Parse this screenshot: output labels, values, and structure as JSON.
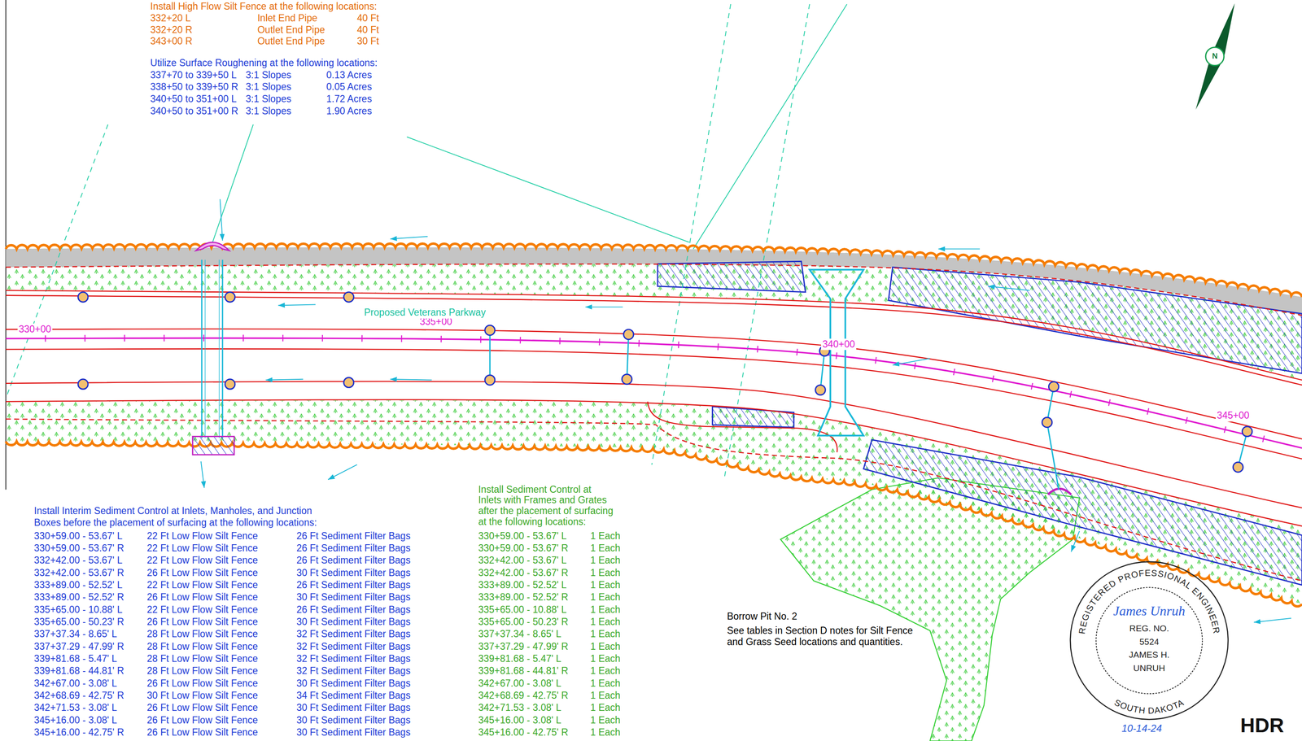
{
  "diagram": {
    "labels": [
      "Install High Flow Silt Fence at the following locations:",
      "332+20 L",
      "Inlet End Pipe",
      "40 Ft",
      "332+20 R",
      "Outlet End Pipe",
      "40 Ft",
      "343+00 R",
      "Outlet End Pipe",
      "30 Ft",
      "Utilize Surface Roughening at the following locations:",
      "337+70 to 339+50 L",
      "3:1 Slopes",
      "0.13 Acres",
      "338+50 to 339+50 R",
      "3:1 Slopes",
      "0.05 Acres",
      "340+50 to 351+00 L",
      "3:1 Slopes",
      "1.72 Acres",
      "340+50 to 351+00 R",
      "3:1 Slopes",
      "1.90 Acres",
      "330+00",
      "335+00",
      "Proposed Veterans Parkway",
      "340+00",
      "345+00",
      "Install Interim Sediment Control at Inlets, Manholes, and Junction Boxes before the placement of surfacing at the following locations:",
      "330+59.00 - 53.67' L",
      "22 Ft Low Flow Silt Fence",
      "26 Ft Sediment Filter Bags",
      "330+59.00 - 53.67' R",
      "22 Ft Low Flow Silt Fence",
      "26 Ft Sediment Filter Bags",
      "332+42.00 - 53.67' L",
      "22 Ft Low Flow Silt Fence",
      "26 Ft Sediment Filter Bags",
      "332+42.00 - 53.67' R",
      "26 Ft Low Flow Silt Fence",
      "30 Ft Sediment Filter Bags",
      "333+89.00 - 52.52' L",
      "22 Ft Low Flow Silt Fence",
      "26 Ft Sediment Filter Bags",
      "333+89.00 - 52.52' R",
      "26 Ft Low Flow Silt Fence",
      "30 Ft Sediment Filter Bags",
      "335+65.00 - 10.88' L",
      "22 Ft Low Flow Silt Fence",
      "26 Ft Sediment Filter Bags",
      "335+65.00 - 50.23' R",
      "26 Ft Low Flow Silt Fence",
      "30 Ft Sediment Filter Bags",
      "337+37.34 - 8.65' L",
      "28 Ft Low Flow Silt Fence",
      "32 Ft Sediment Filter Bags",
      "337+37.29 - 47.99' R",
      "28 Ft Low Flow Silt Fence",
      "32 Ft Sediment Filter Bags",
      "339+81.68 - 5.47' L",
      "28 Ft Low Flow Silt Fence",
      "32 Ft Sediment Filter Bags",
      "339+81.68 - 44.81' R",
      "28 Ft Low Flow Silt Fence",
      "32 Ft Sediment Filter Bags",
      "342+67.00 - 3.08' L",
      "26 Ft Low Flow Silt Fence",
      "30 Ft Sediment Filter Bags",
      "342+68.69 - 42.75' R",
      "30 Ft Low Flow Silt Fence",
      "34 Ft Sediment Filter Bags",
      "342+71.53 - 3.08' L",
      "26 Ft Low Flow Silt Fence",
      "30 Ft Sediment Filter Bags",
      "345+16.00 - 3.08' L",
      "26 Ft Low Flow Silt Fence",
      "30 Ft Sediment Filter Bags",
      "345+16.00 - 42.75' R",
      "26 Ft Low Flow Silt Fence",
      "30 Ft Sediment Filter Bags",
      "Install Sediment Control at Inlets with Frames and Grates after the placement of surfacing at the following locations:",
      "330+59.00 - 53.67' L",
      "1 Each",
      "330+59.00 - 53.67' R",
      "1 Each",
      "332+42.00 - 53.67' L",
      "1 Each",
      "332+42.00 - 53.67' R",
      "1 Each",
      "333+89.00 - 52.52' L",
      "1 Each",
      "333+89.00 - 52.52' R",
      "1 Each",
      "335+65.00 - 10.88' L",
      "1 Each",
      "335+65.00 - 50.23' R",
      "1 Each",
      "337+37.34 - 8.65' L",
      "1 Each",
      "337+37.29 - 47.99' R",
      "1 Each",
      "339+81.68 - 5.47' L",
      "1 Each",
      "339+81.68 - 44.81' R",
      "1 Each",
      "342+67.00 - 3.08' L",
      "1 Each",
      "342+68.69 - 42.75' R",
      "1 Each",
      "342+71.53 - 3.08' L",
      "1 Each",
      "345+16.00 - 3.08' L",
      "1 Each",
      "345+16.00 - 42.75' R",
      "1 Each",
      "Borrow Pit No. 2",
      "See tables in Section D notes for Silt Fence and Grass Seed locations and quantities.",
      "REGISTERED PROFESSIONAL ENGINEER",
      "REG. NO.",
      "5524",
      "JAMES H.",
      "UNRUH",
      "SOUTH DAKOTA",
      "James Unruh",
      "10-14-24",
      "HDR",
      "N"
    ]
  }
}
